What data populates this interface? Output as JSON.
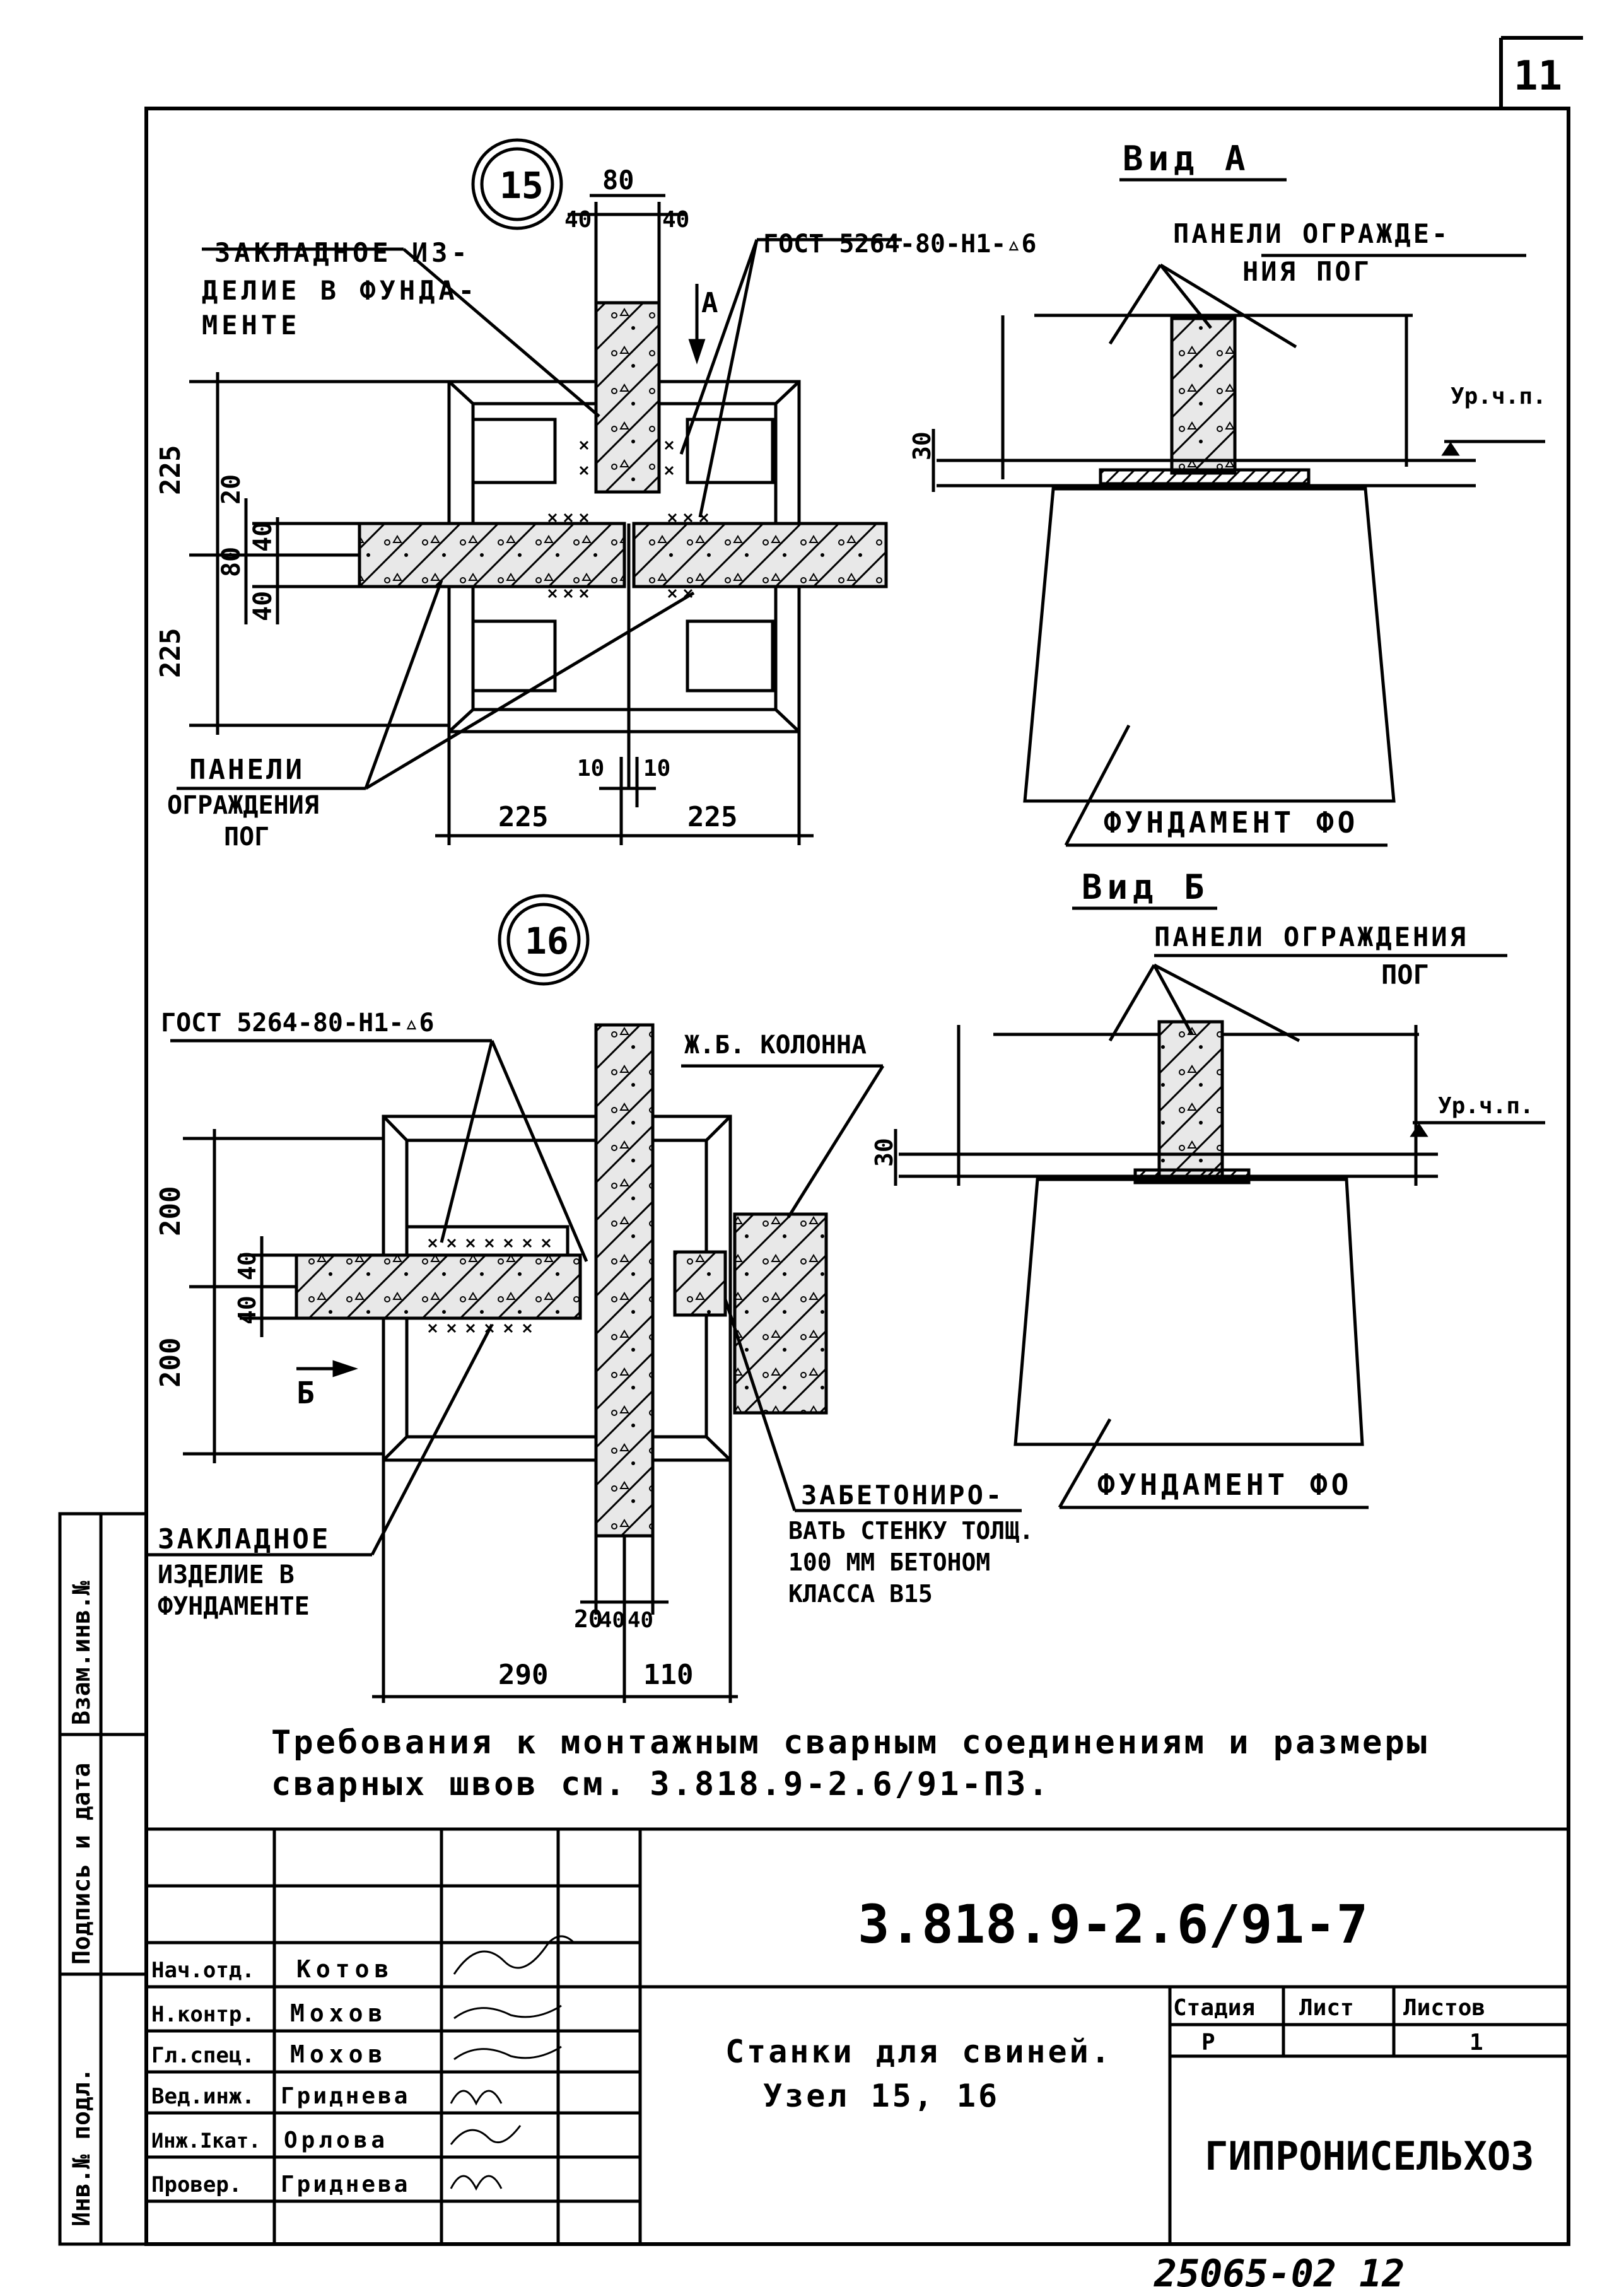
{
  "sheet_number": "11",
  "node15": {
    "badge": "15",
    "dim_80": "80",
    "dim_40_left": "40",
    "dim_40_right": "40",
    "embedded_label": [
      "ЗАКЛАДНОЕ ИЗ-",
      "ДЕЛИЕ В ФУНДА-",
      "МЕНТЕ"
    ],
    "gost_label": "ГОСТ 5264-80-Н1-▵6",
    "arrow_a": "А",
    "dim_225_top": "225",
    "dim_20": "20",
    "dim_40_a": "40",
    "dim_80_v": "80",
    "dim_40_b": "40",
    "dim_225_bottom": "225",
    "panels_label": [
      "ПАНЕЛИ",
      "ОГРАЖДЕНИЯ",
      "ПОГ"
    ],
    "dim_10_left": "10",
    "dim_10_right": "10",
    "dim_225_h_left": "225",
    "dim_225_h_right": "225"
  },
  "view_a": {
    "title": "Вид А",
    "panels_label": [
      "ПАНЕЛИ ОГРАЖДЕ-",
      "НИЯ ПОГ"
    ],
    "level_label": "Ур.ч.п.",
    "dim_30": "30",
    "foundation_label": "ФУНДАМЕНТ ФО"
  },
  "node16": {
    "badge": "16",
    "gost_label": "ГОСТ 5264-80-Н1-▵6",
    "column_label": "Ж.Б. КОЛОННА",
    "dim_200_top": "200",
    "dim_40_a": "40",
    "dim_40_b": "40",
    "dim_200_bottom": "200",
    "arrow_b": "Б",
    "concrete_label": [
      "ЗАБЕТОНИРО-",
      "ВАТЬ СТЕНКУ ТОЛЩ.",
      "100 ММ БЕТОНОМ",
      "КЛАССА В15"
    ],
    "embedded_label": [
      "ЗАКЛАДНОЕ",
      "ИЗДЕЛИЕ В",
      "ФУНДАМЕНТЕ"
    ],
    "dim_20": "20",
    "dim_40_l": "40",
    "dim_40_r": "40",
    "dim_290": "290",
    "dim_110": "110"
  },
  "view_b": {
    "title": "Вид Б",
    "panels_label": [
      "ПАНЕЛИ ОГРАЖДЕНИЯ",
      "ПОГ"
    ],
    "level_label": "Ур.ч.п.",
    "dim_30": "30",
    "foundation_label": "ФУНДАМЕНТ ФО"
  },
  "notes": "Требования к монтажным сварным соединениям и размеры сварных швов см. 3.818.9-2.6/91-ПЗ.",
  "side_stamp": [
    "Инв.№ подл.",
    "Подпись и дата",
    "Взам.инв.№"
  ],
  "title_block": {
    "code": "3.818.9-2.6/91-7",
    "description_line1": "Станки для свиней.",
    "description_line2": "Узел   15, 16",
    "headers": [
      "Стадия",
      "Лист",
      "Листов"
    ],
    "stage": "Р",
    "sheet": "",
    "sheets": "1",
    "organization": "ГИПРОНИСЕЛЬХОЗ",
    "signatures": [
      {
        "role": "Нач.отд.",
        "name": "Котов"
      },
      {
        "role": "Н.контр.",
        "name": "Мохов"
      },
      {
        "role": "Гл.спец.",
        "name": "Мохов"
      },
      {
        "role": "Вед.инж.",
        "name": "Гриднева"
      },
      {
        "role": "Инж.Iкат.",
        "name": "Орлова"
      },
      {
        "role": "Провер.",
        "name": "Гриднева"
      }
    ]
  },
  "footer_number": "25065-02   12"
}
